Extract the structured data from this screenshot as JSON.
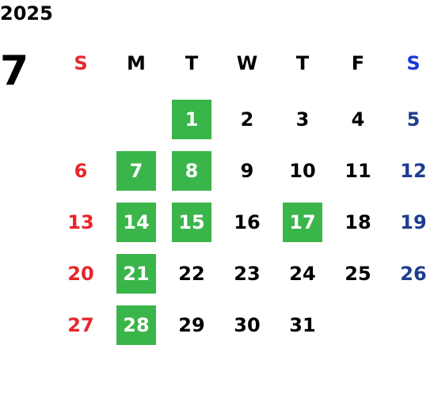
{
  "calendar": {
    "year": "2025",
    "month": "7",
    "weekdays": [
      "S",
      "M",
      "T",
      "W",
      "T",
      "F",
      "S"
    ],
    "weeks": [
      [
        "",
        "",
        "1",
        "2",
        "3",
        "4",
        "5"
      ],
      [
        "6",
        "7",
        "8",
        "9",
        "10",
        "11",
        "12"
      ],
      [
        "13",
        "14",
        "15",
        "16",
        "17",
        "18",
        "19"
      ],
      [
        "20",
        "21",
        "22",
        "23",
        "24",
        "25",
        "26"
      ],
      [
        "27",
        "28",
        "29",
        "30",
        "31",
        "",
        ""
      ]
    ],
    "highlighted_days": [
      "1",
      "7",
      "8",
      "14",
      "15",
      "17",
      "21",
      "28"
    ]
  },
  "colors": {
    "sunday_header": "#e8262b",
    "saturday_header": "#1b38d6",
    "sunday_day": "#e8262b",
    "saturday_day": "#1f3d8f",
    "weekday": "#000000",
    "highlight_bg": "#3ab54a",
    "highlight_text": "#ffffff"
  }
}
